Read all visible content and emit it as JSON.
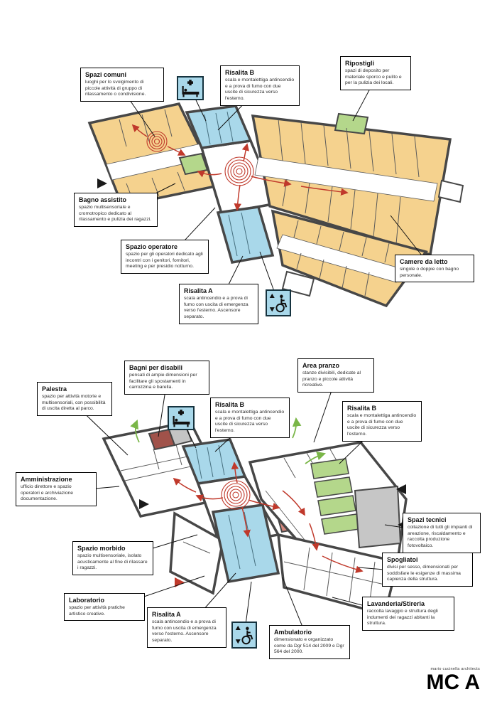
{
  "footer": {
    "studio": "mario cucinella architects",
    "logo": "MC A"
  },
  "colors": {
    "room_yellow": "#f5d28e",
    "room_blue": "#a9d8ea",
    "room_green": "#b4d78b",
    "room_pink": "#d4877d",
    "room_maroon": "#a0524a",
    "room_gray": "#c6c6c6",
    "wall": "#474747",
    "arrow_red": "#c0392b",
    "arrow_green": "#7ab648",
    "icon_blue": "#a9d8ea"
  },
  "icons": {
    "bed_lift": "bed-lift-icon",
    "wheelchair_lift": "wheelchair-lift-icon"
  },
  "upper_plan": {
    "callouts": [
      {
        "title": "Spazi comuni",
        "body": "luoghi per lo svolgimento di piccole attività di gruppo di rilassamento o condivisione."
      },
      {
        "title": "Risalita B",
        "body": "scala e montalettiga antincendio e a prova di fumo con due uscite di sicurezza verso l'esterno."
      },
      {
        "title": "Ripostigli",
        "body": "spazi di deposito per materiale sporco e pulito e per la pulizia dei locali."
      },
      {
        "title": "Bagno assistito",
        "body": "spazio multisensoriale e cromotropico dedicato al rilassamento e pulizia dei ragazzi."
      },
      {
        "title": "Spazio operatore",
        "body": "spazio per gli operatori dedicato agli incontri con i genitori, fornitori, meeting e per presidio notturno."
      },
      {
        "title": "Risalita A",
        "body": "scala antincendio e a prova di fumo con uscita di emergenza verso l'esterno. Ascensore separato."
      },
      {
        "title": "Camere da letto",
        "body": "singole o doppie con bagno personale."
      }
    ]
  },
  "lower_plan": {
    "callouts": [
      {
        "title": "Palestra",
        "body": "spazio per attività motorie e multisensoriali, con possibilità di uscita diretta al parco."
      },
      {
        "title": "Bagni per disabili",
        "body": "pensati di ampie dimensioni per facilitare gli spostamenti in carrozzina e barella."
      },
      {
        "title": "Risalita B",
        "body": "scala e montalettiga antincendio e a prova di fumo con due uscite di sicurezza verso l'esterno."
      },
      {
        "title": "Area pranzo",
        "body": "stanze divisibili, dedicate al pranzo e piccole attività ricreative."
      },
      {
        "title": "Risalita B",
        "body": "scala e montalettiga antincendio e a prova di fumo con due uscite di sicurezza verso l'esterno."
      },
      {
        "title": "Amministrazione",
        "body": "ufficio direttore e spazio operatori e archiviazione documentazione."
      },
      {
        "title": "Spazio morbido",
        "body": "spazio multisensoriale, isolato acusticamente al fine di rilassare i ragazzi."
      },
      {
        "title": "Laboratorio",
        "body": "spazio per attività pratiche artistico creative."
      },
      {
        "title": "Risalita A",
        "body": "scala antincendio e a prova di fumo con uscita di emergenza verso l'esterno. Ascensore separato."
      },
      {
        "title": "Ambulatorio",
        "body": "dimensionato e organizzato come da Dgr 514 del 2009 e Dgr 564 del 2000."
      },
      {
        "title": "Spazi tecnici",
        "body": "collazione di tutti gli impianti di areazione, riscaldamento e raccolta produzione fotovoltaico."
      },
      {
        "title": "Spogliatoi",
        "body": "divisi per sesso, dimensionati per soddisfare le esigenze di massima capienza della struttura."
      },
      {
        "title": "Lavanderia/Stireria",
        "body": "raccolta lavaggio e struttura degli indumenti dei ragazzi abitanti la struttura."
      }
    ]
  }
}
